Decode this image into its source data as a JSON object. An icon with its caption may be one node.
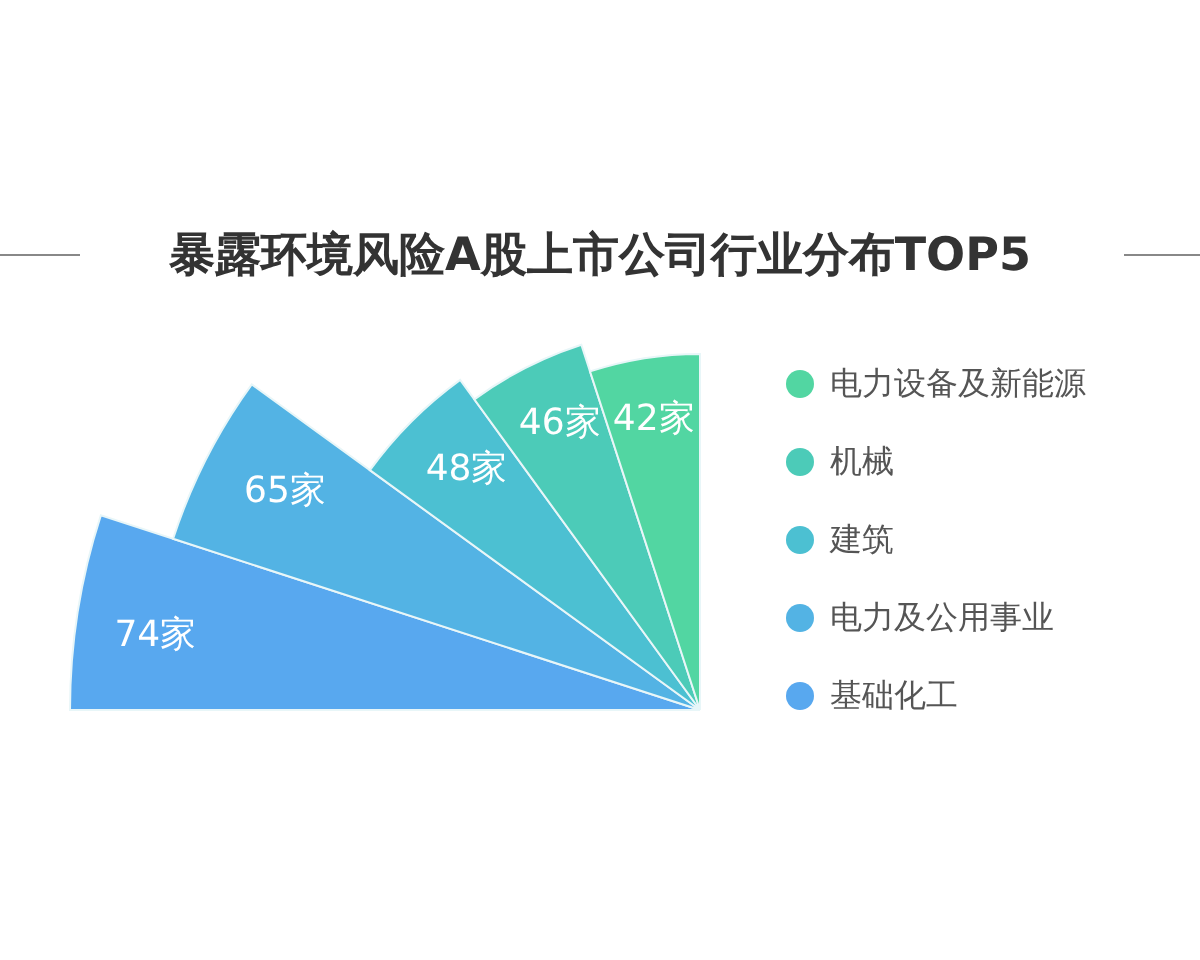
{
  "diagram": {
    "title": "暴露环境风险A股上市公司行业分布TOP5",
    "nodes": [
      {
        "text": [
          "74家"
        ]
      },
      {
        "text": [
          "65家"
        ]
      },
      {
        "text": [
          "48家"
        ]
      },
      {
        "text": [
          "46家"
        ]
      },
      {
        "text": [
          "42家"
        ]
      }
    ],
    "legend": [
      {
        "text": "电力设备及新能源",
        "color": "#52d6a2"
      },
      {
        "text": "机械",
        "color": "#4ccbb8"
      },
      {
        "text": "建筑",
        "color": "#4cc0d2"
      },
      {
        "text": "电力及公用事业",
        "color": "#53b3e4"
      },
      {
        "text": "基础化工",
        "color": "#58a8ef"
      }
    ]
  }
}
